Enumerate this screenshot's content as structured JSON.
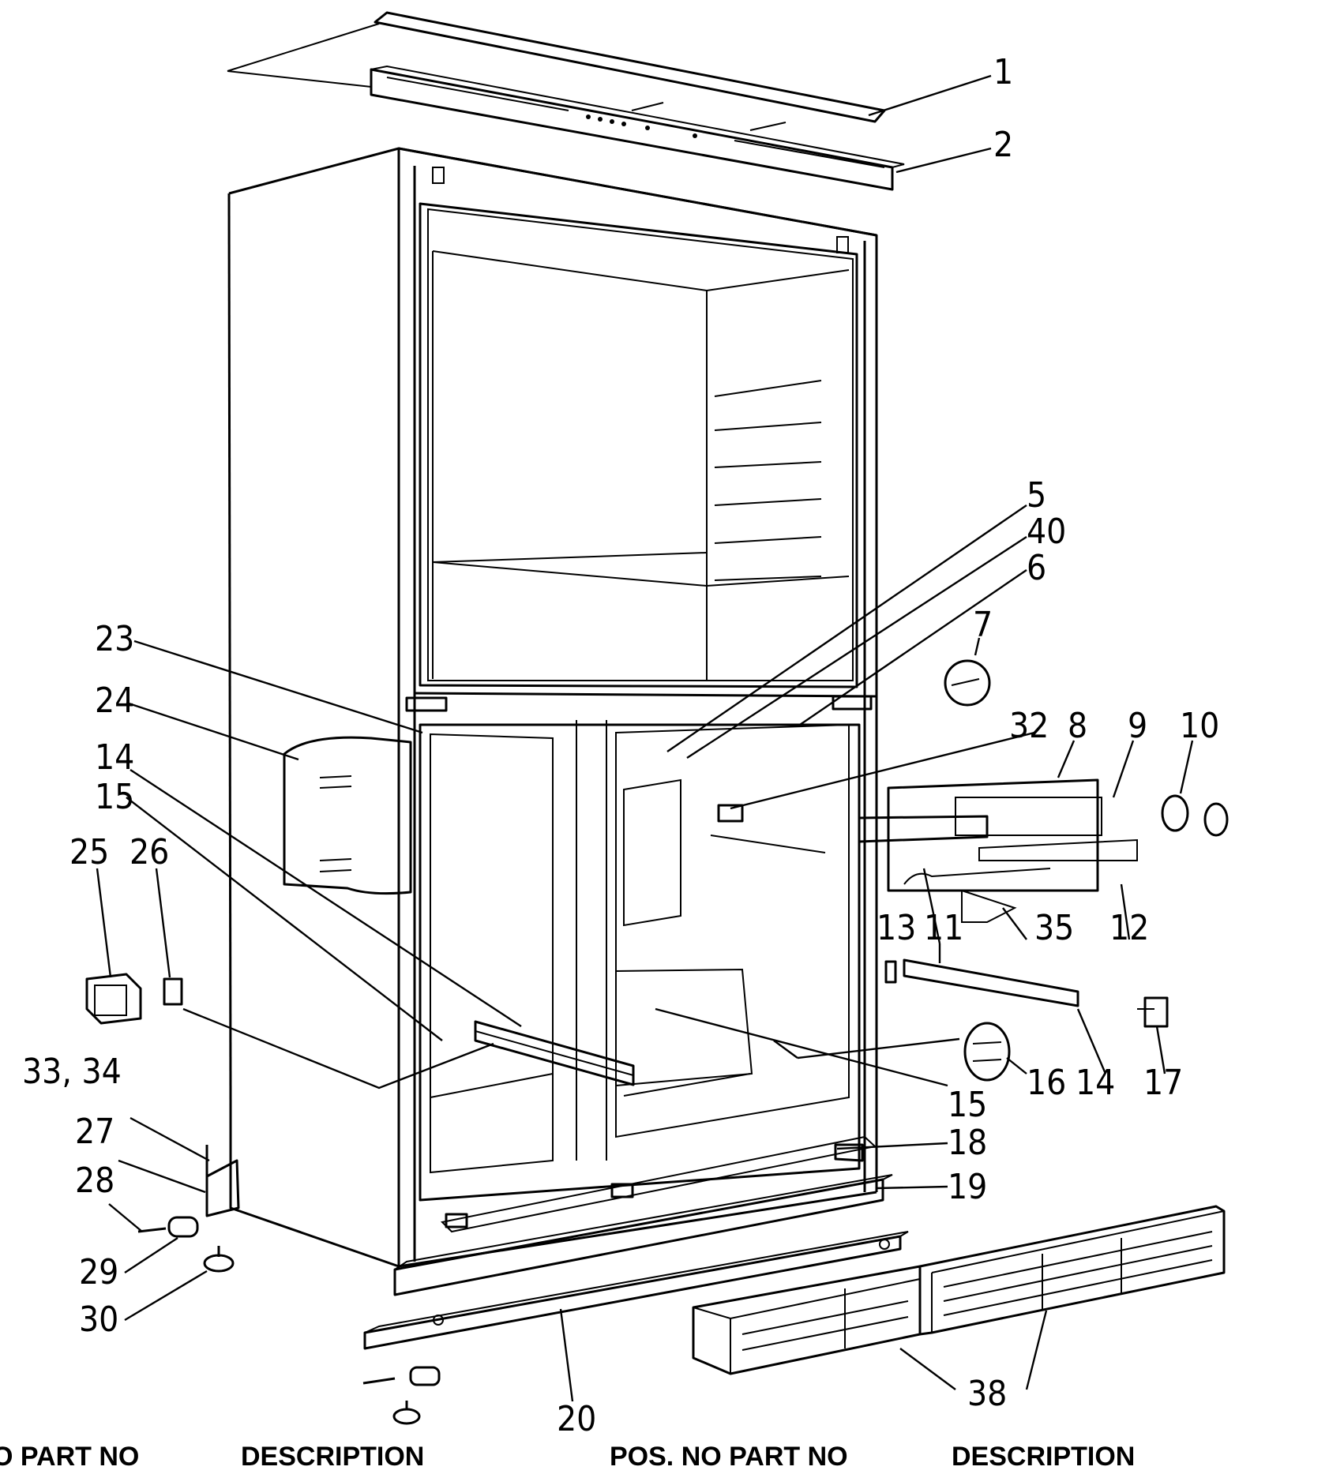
{
  "callouts": [
    {
      "id": "1",
      "text": "1"
    },
    {
      "id": "2",
      "text": "2"
    },
    {
      "id": "5",
      "text": "5"
    },
    {
      "id": "40",
      "text": "40"
    },
    {
      "id": "6",
      "text": "6"
    },
    {
      "id": "7",
      "text": "7"
    },
    {
      "id": "32",
      "text": "32"
    },
    {
      "id": "8",
      "text": "8"
    },
    {
      "id": "9",
      "text": "9"
    },
    {
      "id": "10",
      "text": "10"
    },
    {
      "id": "23",
      "text": "23"
    },
    {
      "id": "24",
      "text": "24"
    },
    {
      "id": "14a",
      "text": "14"
    },
    {
      "id": "15a",
      "text": "15"
    },
    {
      "id": "25",
      "text": "25"
    },
    {
      "id": "26",
      "text": "26"
    },
    {
      "id": "13",
      "text": "13"
    },
    {
      "id": "11",
      "text": "11"
    },
    {
      "id": "35",
      "text": "35"
    },
    {
      "id": "12",
      "text": "12"
    },
    {
      "id": "33-34",
      "text": "33, 34"
    },
    {
      "id": "27",
      "text": "27"
    },
    {
      "id": "28",
      "text": "28"
    },
    {
      "id": "29",
      "text": "29"
    },
    {
      "id": "30",
      "text": "30"
    },
    {
      "id": "16",
      "text": "16"
    },
    {
      "id": "14b",
      "text": "14"
    },
    {
      "id": "17",
      "text": "17"
    },
    {
      "id": "15b",
      "text": "15"
    },
    {
      "id": "18",
      "text": "18"
    },
    {
      "id": "19",
      "text": "19"
    },
    {
      "id": "20",
      "text": "20"
    },
    {
      "id": "38",
      "text": "38"
    }
  ],
  "table_header": {
    "col1": "O PART NO",
    "col2": "DESCRIPTION",
    "col3": "POS. NO PART NO",
    "col4": "DESCRIPTION"
  }
}
